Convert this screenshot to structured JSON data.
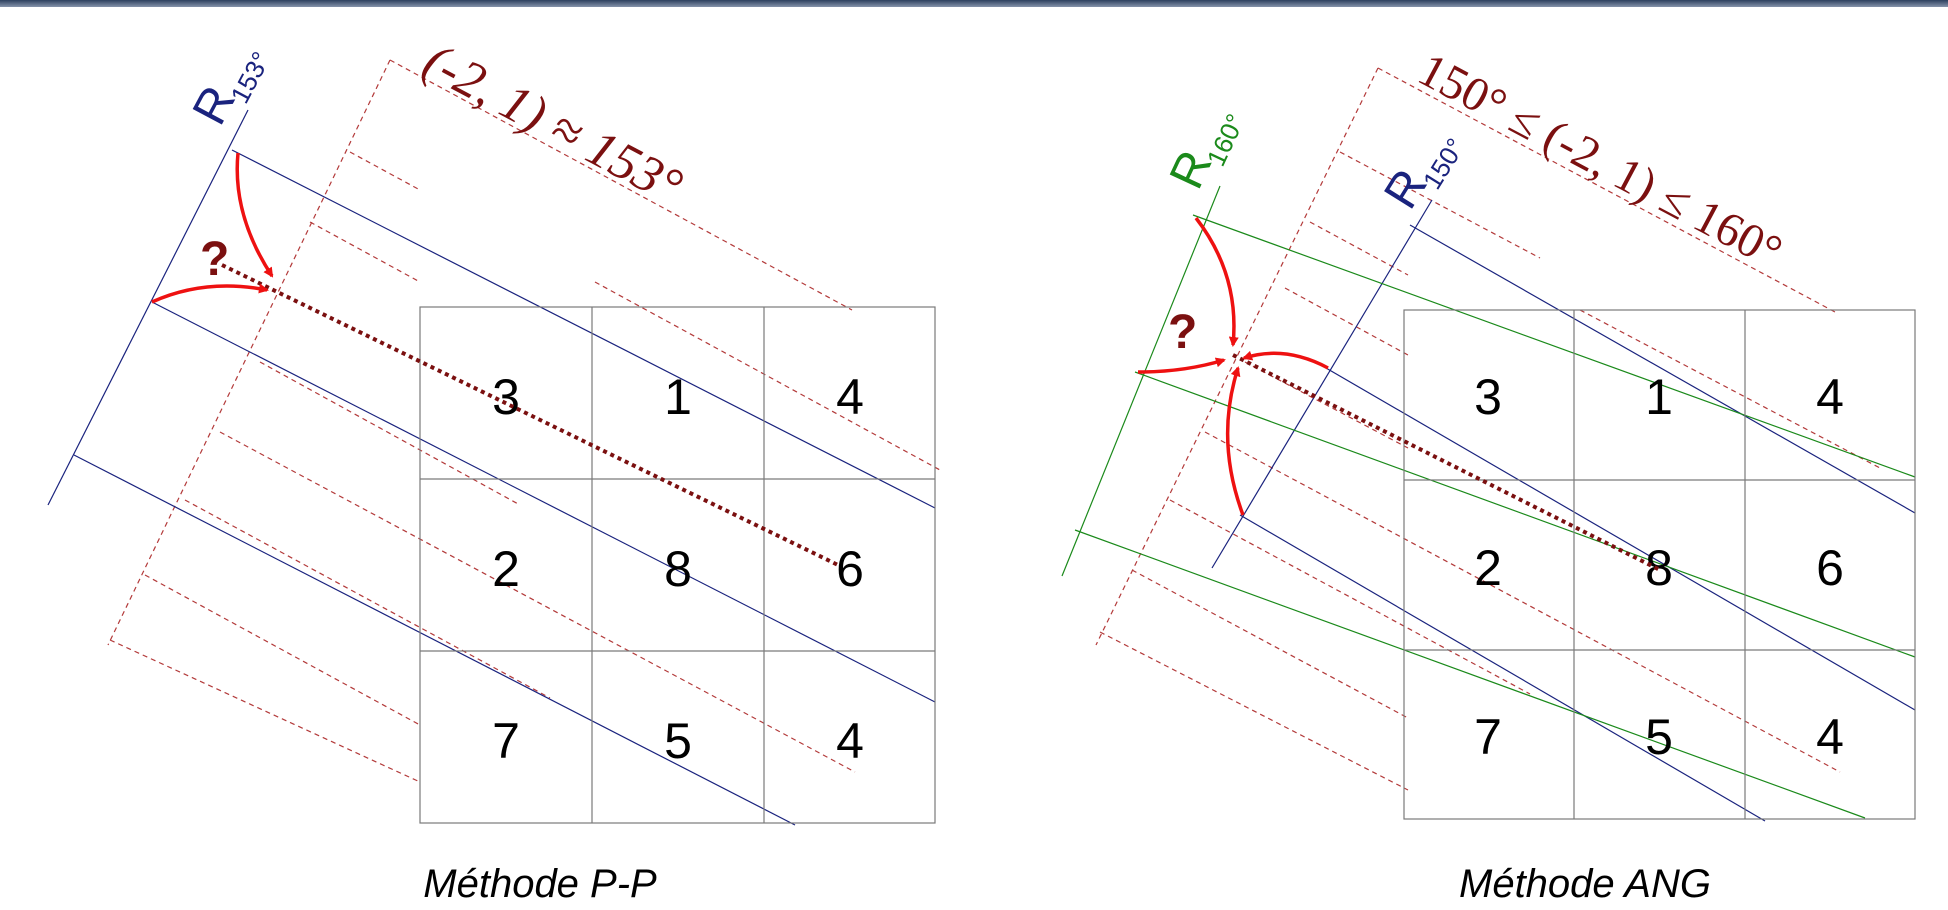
{
  "left_panel": {
    "grid": [
      [
        "3",
        "1",
        "4"
      ],
      [
        "2",
        "8",
        "6"
      ],
      [
        "7",
        "5",
        "4"
      ]
    ],
    "r_main": "R",
    "r_sub": "153°",
    "annotation": "(-2, 1) ≈ 153°",
    "question": "?",
    "caption": "Méthode P-P"
  },
  "right_panel": {
    "grid": [
      [
        "3",
        "1",
        "4"
      ],
      [
        "2",
        "8",
        "6"
      ],
      [
        "7",
        "5",
        "4"
      ]
    ],
    "r_green_main": "R",
    "r_green_sub": "160°",
    "r_blue_main": "R",
    "r_blue_sub": "150°",
    "annotation": "150° ≤ (-2, 1) ≤ 160°",
    "question": "?",
    "caption": "Méthode ANG"
  },
  "colors": {
    "blue": "#1a237e",
    "green": "#1b8a1b",
    "red_dashed": "#b33a3a",
    "dark_red": "#7b1010",
    "arrow_red": "#ee1111",
    "grid_gray": "#7a7a7a"
  }
}
